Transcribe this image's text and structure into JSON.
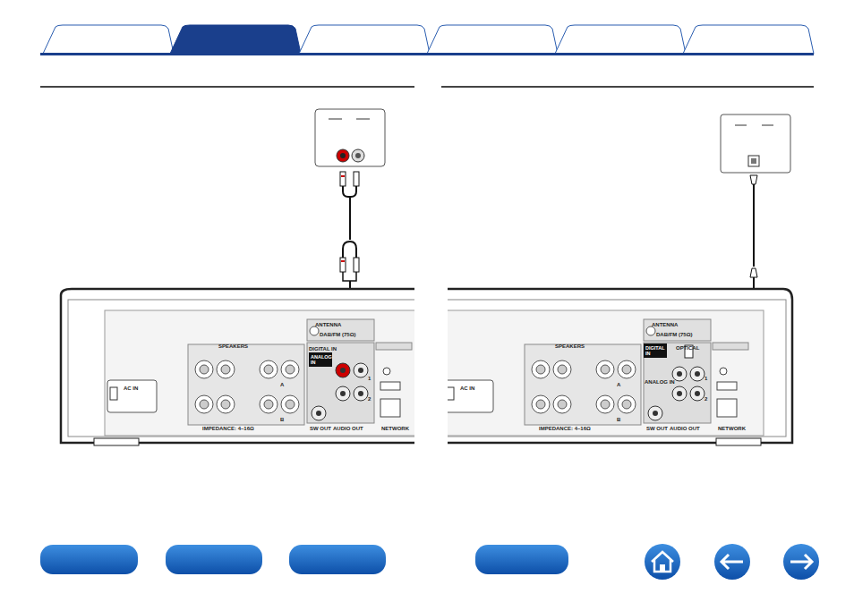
{
  "diagram": {
    "nodes": [
      {
        "text": [
          "ANALOG IN"
        ]
      },
      {
        "text": [
          "DIGITAL IN"
        ]
      }
    ],
    "labels": [
      "ANTENNA",
      "DAB/FM (75Ω)",
      "SPEAKERS",
      "A",
      "B",
      "AC IN",
      "DIGITAL IN",
      "1",
      "2",
      "SW OUT",
      "AUDIO OUT",
      "NETWORK",
      "IMPEDANCE: 4–16Ω",
      "ANTENNA",
      "DAB/FM (75Ω)",
      "SPEAKERS",
      "A",
      "B",
      "AC IN",
      "OPTICAL",
      "ANALOG IN",
      "1",
      "2",
      "SW OUT",
      "AUDIO OUT",
      "NETWORK",
      "IMPEDANCE: 4–16Ω"
    ]
  }
}
